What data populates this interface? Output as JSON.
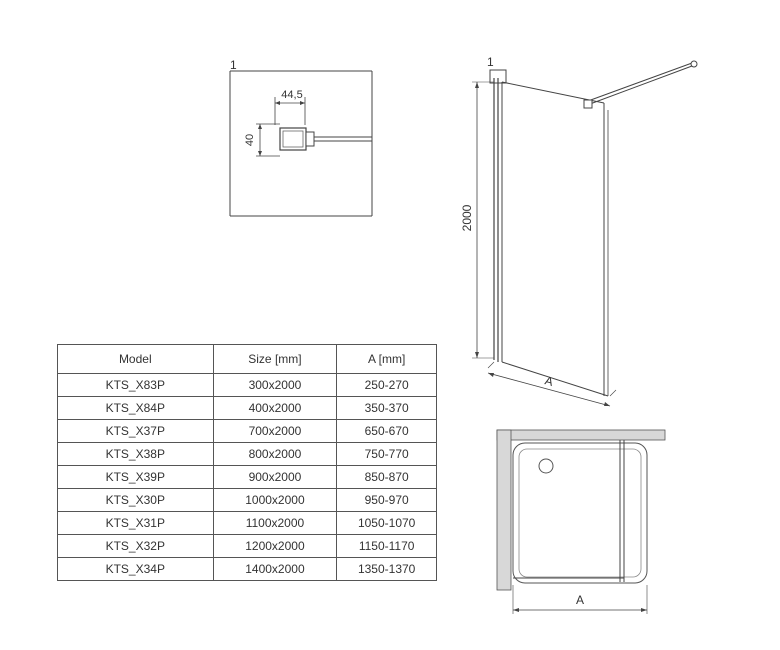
{
  "detail": {
    "callout": "1",
    "dim_width": "44,5",
    "dim_height": "40"
  },
  "elevation": {
    "callout": "1",
    "height": "2000",
    "width_label": "A"
  },
  "plan": {
    "width_label": "A"
  },
  "table": {
    "headers": [
      "Model",
      "Size [mm]",
      "A [mm]"
    ],
    "rows": [
      [
        "KTS_X83P",
        "300x2000",
        "250-270"
      ],
      [
        "KTS_X84P",
        "400x2000",
        "350-370"
      ],
      [
        "KTS_X37P",
        "700x2000",
        "650-670"
      ],
      [
        "KTS_X38P",
        "800x2000",
        "750-770"
      ],
      [
        "KTS_X39P",
        "900x2000",
        "850-870"
      ],
      [
        "KTS_X30P",
        "1000x2000",
        "950-970"
      ],
      [
        "KTS_X31P",
        "1100x2000",
        "1050-1070"
      ],
      [
        "KTS_X32P",
        "1200x2000",
        "1150-1170"
      ],
      [
        "KTS_X34P",
        "1400x2000",
        "1350-1370"
      ]
    ]
  }
}
